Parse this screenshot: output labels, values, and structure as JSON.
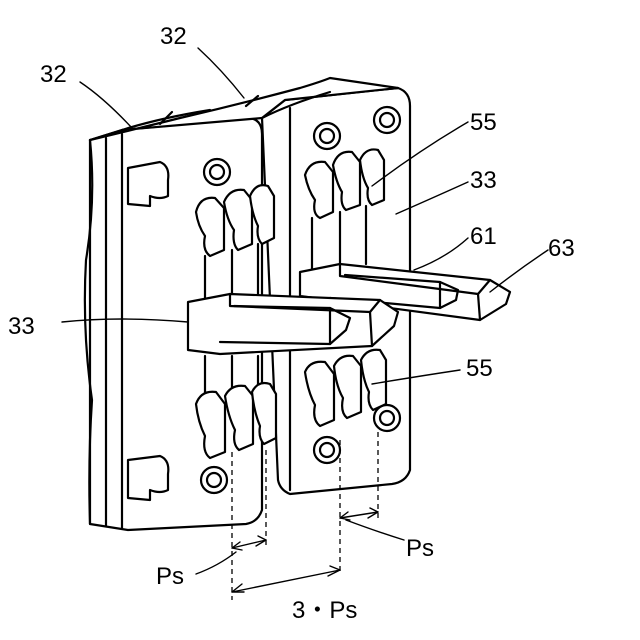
{
  "labels": {
    "ref32_top": "32",
    "ref32_left": "32",
    "ref55_top": "55",
    "ref33_right": "33",
    "ref61": "61",
    "ref63": "63",
    "ref33_left": "33",
    "ref55_bottom": "55",
    "ps_right": "Ps",
    "ps_left": "Ps",
    "three_ps": "3・Ps"
  }
}
